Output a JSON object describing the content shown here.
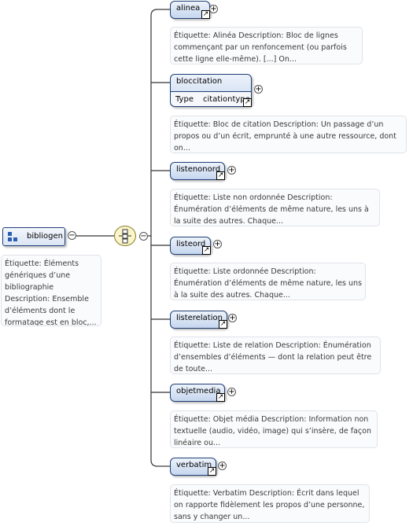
{
  "root": {
    "name": "bibliogen",
    "doc": "Étiquette: Éléments génériques d’une bibliographie Description: Ensemble d’éléments dont le formatage est en bloc,..."
  },
  "children": [
    {
      "name": "alinea",
      "doc": "Étiquette: Alinéa Description: Bloc de lignes commençant par un renfoncement (ou parfois cette ligne elle-même). [...] On..."
    },
    {
      "name": "bloccitation",
      "attribute": {
        "label": "Type",
        "value": "citationtype"
      },
      "doc": "Étiquette: Bloc de citation Description: Un passage d’un propos ou d’un écrit, emprunté à une autre ressource, dont on..."
    },
    {
      "name": "listenonord",
      "doc": "Étiquette: Liste non ordonnée Description: Énumération d’éléments de même nature, les uns à la suite des autres. Chaque..."
    },
    {
      "name": "listeord",
      "doc": "Étiquette: Liste ordonnée Description: Énumération d’éléments de même nature, les uns à la suite des autres. Chaque..."
    },
    {
      "name": "listerelation",
      "doc": "Étiquette: Liste de relation Description: Énumération d’ensembles d’éléments — dont la relation peut être de toute..."
    },
    {
      "name": "objetmedia",
      "doc": "Étiquette: Objet média Description: Information non textuelle (audio, vidéo, image) qui s’insère, de façon linéaire ou..."
    },
    {
      "name": "verbatim",
      "doc": "Étiquette: Verbatim Description: Écrit dans lequel on rapporte fidèlement les propos d’une personne, sans y changer un..."
    }
  ],
  "icons": {
    "expand": "+",
    "collapse": "−",
    "reference": "↗"
  }
}
